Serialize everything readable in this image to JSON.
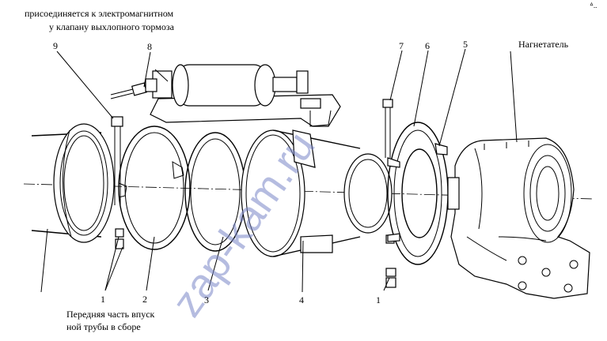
{
  "captions": {
    "top_line1": "присоединяется к электромагнитном",
    "top_line2": "у клапану выхлопного тормоза",
    "supercharger": "Нагнетатель",
    "bottom_line1": "Передняя часть впуск",
    "bottom_line2": "ной трубы в сборе",
    "corner_mark": "ᐞ.."
  },
  "callouts": [
    "1",
    "2",
    "3",
    "4",
    "1",
    "9",
    "8",
    "7",
    "6",
    "5"
  ],
  "watermark": "zap-kam.ru"
}
